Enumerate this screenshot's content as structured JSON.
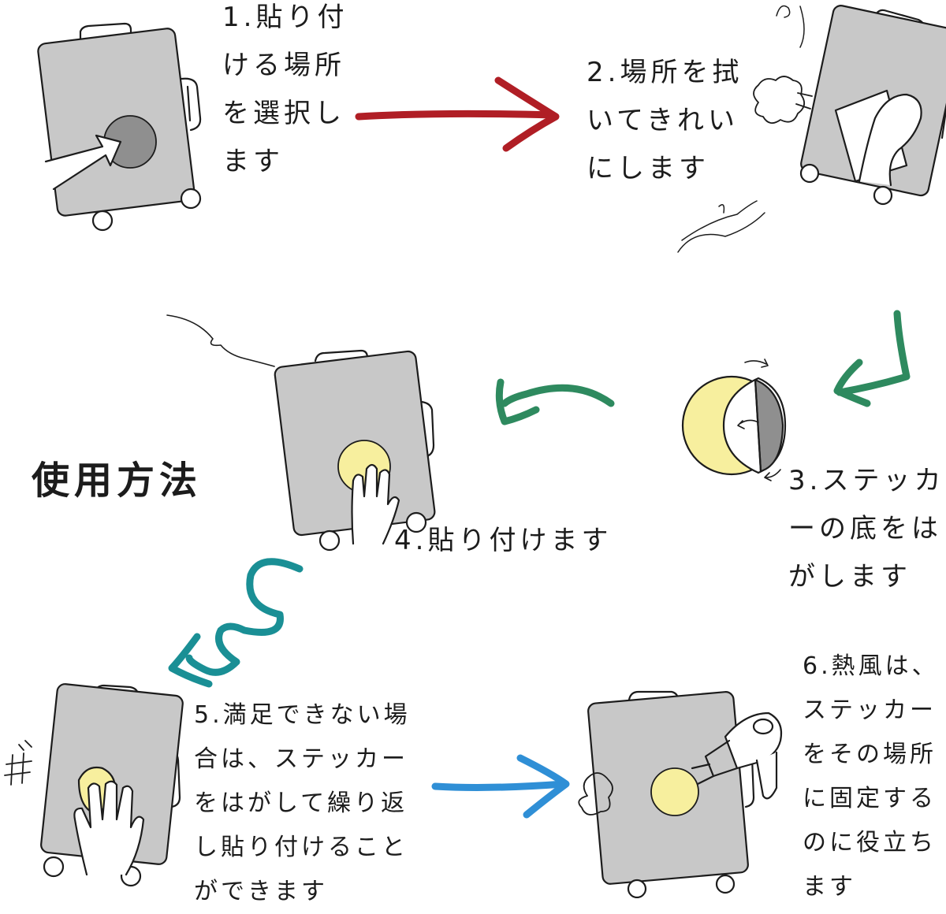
{
  "title": "使用方法",
  "steps": [
    {
      "text": "1.貼り付\nける場所\nを選択し\nます"
    },
    {
      "text": "2.場所を拭\nいてきれい\nにします"
    },
    {
      "text": "3.ステッカ\nーの底をは\nがします"
    },
    {
      "text": "4.貼り付けます"
    },
    {
      "text": "5.満足できない場\n合は、ステッカー\nをはがして繰り返\nし貼り付けること\nができます"
    },
    {
      "text": "6.熱風は、\nステッカー\nをその場所\nに固定する\nのに役立ち\nます"
    }
  ],
  "colors": {
    "suitcase": "#c8c8c8",
    "outline": "#1c1c1c",
    "spot": "#8f8f8f",
    "sticker": "#f7ef9e",
    "arrow_red": "#b01e25",
    "arrow_green": "#2e8a5f",
    "arrow_teal": "#1a8f95",
    "arrow_blue": "#2f8fd6"
  },
  "icons": [
    "suitcase-icon",
    "hand-icon",
    "cloth-icon",
    "puff-icon",
    "sticker-peel-icon",
    "hair-dryer-icon",
    "arrow-icon"
  ]
}
